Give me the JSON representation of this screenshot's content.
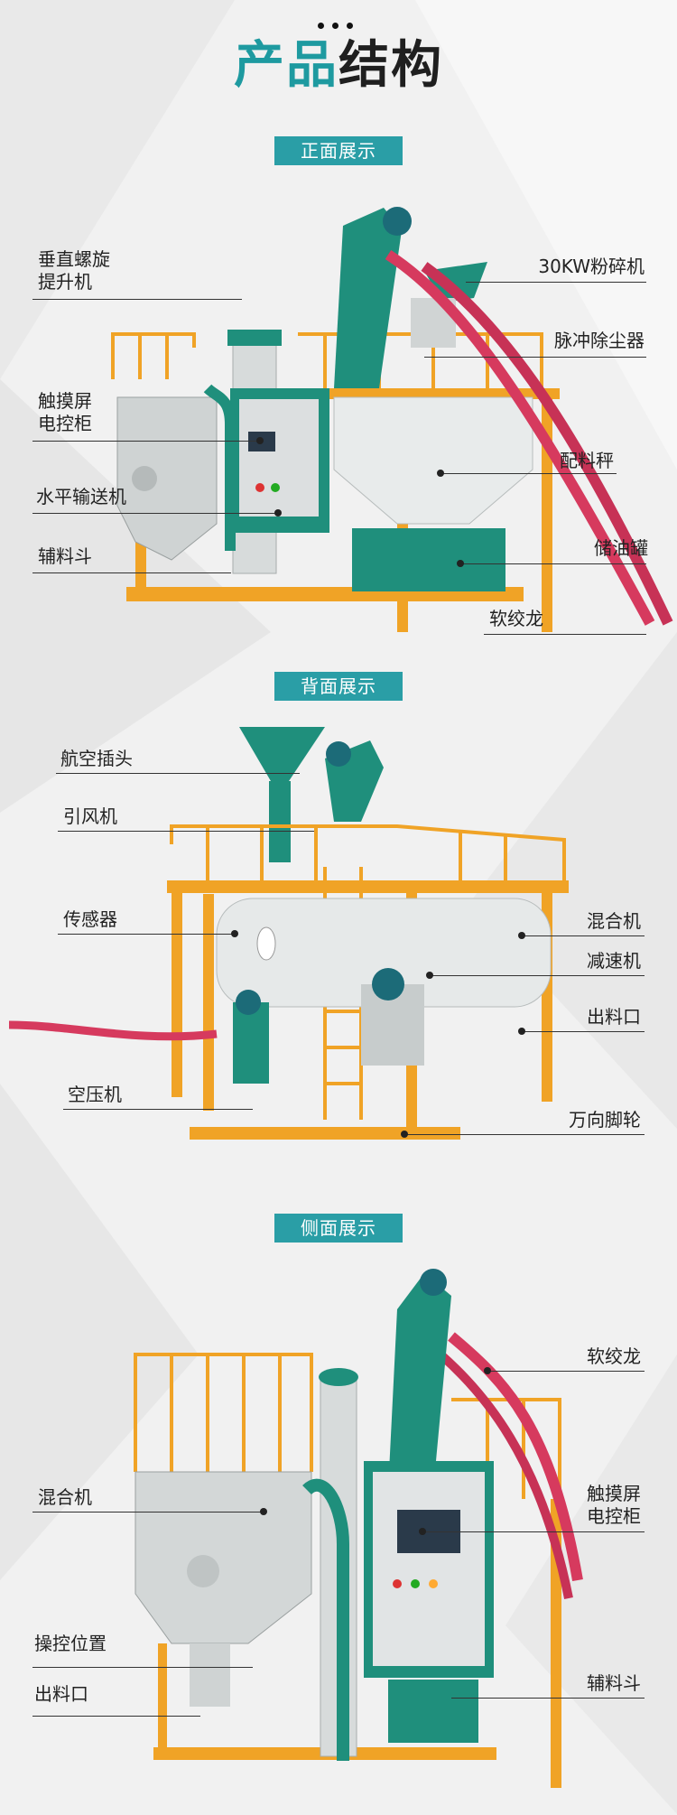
{
  "header": {
    "title_part1": "产品",
    "title_part2": "结构"
  },
  "colors": {
    "accent": "#2a9ea6",
    "frame": "#f0a326",
    "machine_green": "#1f8f7c",
    "hose": "#d63a5e",
    "panel_grey": "#cfd3d3"
  },
  "sections": [
    {
      "badge": "正面展示",
      "labels": {
        "vertical_screw_lift_1": "垂直螺旋",
        "vertical_screw_lift_2": "提升机",
        "touchscreen_cabinet_1": "触摸屏",
        "touchscreen_cabinet_2": "电控柜",
        "horizontal_conveyor": "水平输送机",
        "auxiliary_hopper": "辅料斗",
        "crusher": "30KW粉碎机",
        "pulse_dust_collector": "脉冲除尘器",
        "batching_scale": "配料秤",
        "oil_tank": "储油罐",
        "flexible_auger": "软绞龙"
      }
    },
    {
      "badge": "背面展示",
      "labels": {
        "aviation_plug": "航空插头",
        "induced_fan": "引风机",
        "sensor": "传感器",
        "air_compressor": "空压机",
        "mixer": "混合机",
        "reducer": "减速机",
        "outlet": "出料口",
        "casters": "万向脚轮"
      }
    },
    {
      "badge": "侧面展示",
      "labels": {
        "flexible_auger": "软绞龙",
        "mixer": "混合机",
        "operation_position": "操控位置",
        "outlet": "出料口",
        "touchscreen_cabinet_1": "触摸屏",
        "touchscreen_cabinet_2": "电控柜",
        "auxiliary_hopper": "辅料斗"
      }
    }
  ]
}
